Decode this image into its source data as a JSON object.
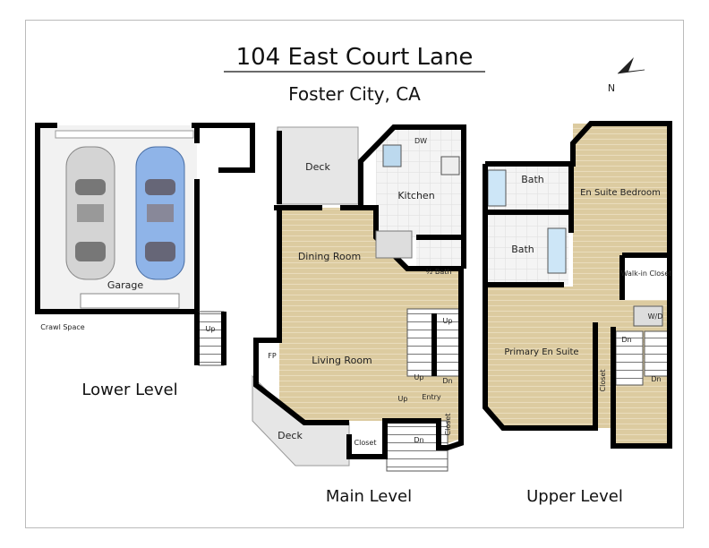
{
  "header": {
    "title": "104 East Court Lane",
    "subtitle": "Foster City, CA"
  },
  "compass": {
    "label": "N"
  },
  "levels": {
    "lower": {
      "name": "Lower Level",
      "rooms": {
        "garage": "Garage",
        "crawl": "Crawl Space",
        "up": "Up"
      }
    },
    "main": {
      "name": "Main Level",
      "rooms": {
        "deck_top": "Deck",
        "kitchen": "Kitchen",
        "dw": "DW",
        "dining": "Dining Room",
        "half_bath": "½ Bath",
        "living": "Living Room",
        "fp": "FP",
        "entry": "Entry",
        "closet_entry": "Closet",
        "closet_deck": "Closet",
        "deck_bottom": "Deck",
        "up1": "Up",
        "up2": "Up",
        "up3": "Up",
        "dn1": "Dn",
        "dn2": "Dn"
      }
    },
    "upper": {
      "name": "Upper Level",
      "rooms": {
        "bath1": "Bath",
        "bath2": "Bath",
        "en_suite": "En Suite Bedroom",
        "walkin": "Walk-in Closet",
        "wd": "W/D",
        "primary": "Primary En Suite",
        "closet": "Closet",
        "dn1": "Dn",
        "dn2": "Dn"
      }
    }
  },
  "colors": {
    "floor": "#dccba0",
    "car_blue": "#8fb4e8",
    "car_gray": "#c8c8c8"
  }
}
